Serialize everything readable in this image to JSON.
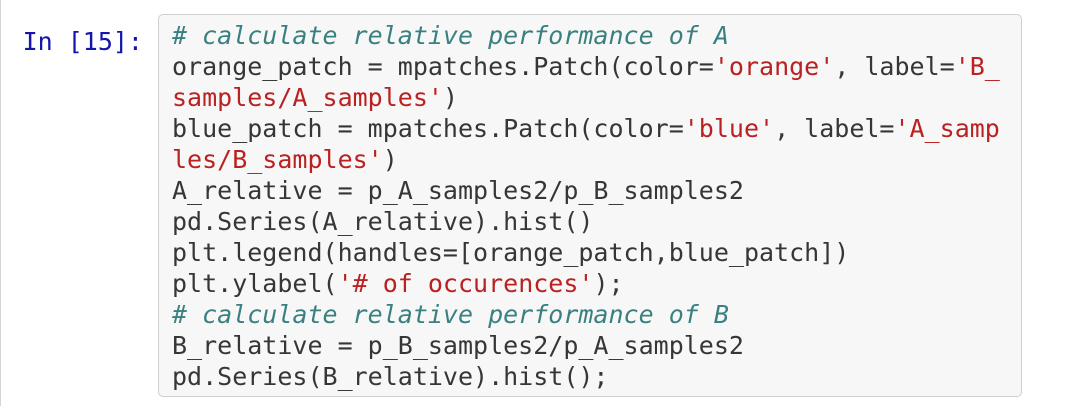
{
  "cell": {
    "prompt_label": "In [15]:"
  },
  "colors": {
    "prompt": "#1515ac",
    "code_text": "#363636",
    "comment": "#3a8080",
    "string": "#ba2121",
    "editor_bg": "#f7f7f7",
    "editor_border": "#cfcfcf"
  },
  "code": {
    "lines": [
      [
        {
          "s": "comment",
          "t": "# calculate relative performance of A"
        }
      ],
      [
        {
          "s": "code",
          "t": "orange_patch = mpatches.Patch(color="
        },
        {
          "s": "string",
          "t": "'orange'"
        },
        {
          "s": "code",
          "t": ", label="
        },
        {
          "s": "string",
          "t": "'B_"
        }
      ],
      [
        {
          "s": "string",
          "t": "samples/A_samples'"
        },
        {
          "s": "code",
          "t": ")"
        }
      ],
      [
        {
          "s": "code",
          "t": "blue_patch = mpatches.Patch(color="
        },
        {
          "s": "string",
          "t": "'blue'"
        },
        {
          "s": "code",
          "t": ", label="
        },
        {
          "s": "string",
          "t": "'A_samp"
        }
      ],
      [
        {
          "s": "string",
          "t": "les/B_samples'"
        },
        {
          "s": "code",
          "t": ")"
        }
      ],
      [
        {
          "s": "code",
          "t": "A_relative = p_A_samples2/p_B_samples2"
        }
      ],
      [
        {
          "s": "code",
          "t": "pd.Series(A_relative).hist()"
        }
      ],
      [
        {
          "s": "code",
          "t": "plt.legend(handles=[orange_patch,blue_patch])"
        }
      ],
      [
        {
          "s": "code",
          "t": "plt.ylabel("
        },
        {
          "s": "string",
          "t": "'# of occurences'"
        },
        {
          "s": "code",
          "t": ");"
        }
      ],
      [
        {
          "s": "comment",
          "t": "# calculate relative performance of B"
        }
      ],
      [
        {
          "s": "code",
          "t": "B_relative = p_B_samples2/p_A_samples2"
        }
      ],
      [
        {
          "s": "code",
          "t": "pd.Series(B_relative).hist();"
        }
      ]
    ]
  }
}
